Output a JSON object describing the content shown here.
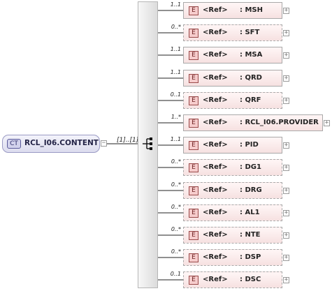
{
  "complex_type": {
    "badge": "CT",
    "name": "RCL_I06.CONTENT",
    "toggle": "−",
    "cardinality": "[1]..[1]"
  },
  "sequence": {
    "icon": "sequence-compositor-icon"
  },
  "elements": [
    {
      "badge": "E",
      "ref": "<Ref>",
      "name": ": MSH",
      "cardinality": "1..1",
      "optional": false,
      "toggle": "+"
    },
    {
      "badge": "E",
      "ref": "<Ref>",
      "name": ": SFT",
      "cardinality": "0..*",
      "optional": true,
      "toggle": "+"
    },
    {
      "badge": "E",
      "ref": "<Ref>",
      "name": ": MSA",
      "cardinality": "1..1",
      "optional": false,
      "toggle": "+"
    },
    {
      "badge": "E",
      "ref": "<Ref>",
      "name": ": QRD",
      "cardinality": "1..1",
      "optional": false,
      "toggle": "+"
    },
    {
      "badge": "E",
      "ref": "<Ref>",
      "name": ": QRF",
      "cardinality": "0..1",
      "optional": true,
      "toggle": "+"
    },
    {
      "badge": "E",
      "ref": "<Ref>",
      "name": ": RCL_I06.PROVIDER",
      "cardinality": "1..*",
      "optional": false,
      "toggle": "+"
    },
    {
      "badge": "E",
      "ref": "<Ref>",
      "name": ": PID",
      "cardinality": "1..1",
      "optional": false,
      "toggle": "+"
    },
    {
      "badge": "E",
      "ref": "<Ref>",
      "name": ": DG1",
      "cardinality": "0..*",
      "optional": true,
      "toggle": "+"
    },
    {
      "badge": "E",
      "ref": "<Ref>",
      "name": ": DRG",
      "cardinality": "0..*",
      "optional": true,
      "toggle": "+"
    },
    {
      "badge": "E",
      "ref": "<Ref>",
      "name": ": AL1",
      "cardinality": "0..*",
      "optional": true,
      "toggle": "+"
    },
    {
      "badge": "E",
      "ref": "<Ref>",
      "name": ": NTE",
      "cardinality": "0..*",
      "optional": true,
      "toggle": "+"
    },
    {
      "badge": "E",
      "ref": "<Ref>",
      "name": ": DSP",
      "cardinality": "0..*",
      "optional": true,
      "toggle": "+"
    },
    {
      "badge": "E",
      "ref": "<Ref>",
      "name": ": DSC",
      "cardinality": "0..1",
      "optional": true,
      "toggle": "+"
    }
  ]
}
